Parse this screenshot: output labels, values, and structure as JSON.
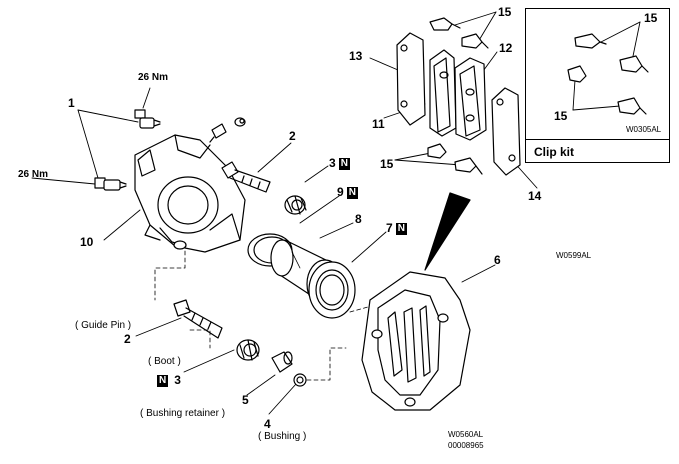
{
  "torque_labels": {
    "upper": "26 Nm",
    "left": "26 Nm"
  },
  "callouts": {
    "c1": "1",
    "c2_upper": "2",
    "c2_lower": "2",
    "c3_upper": "3",
    "c3_lower": "3",
    "c4": "4",
    "c5": "5",
    "c6": "6",
    "c7": "7",
    "c8": "8",
    "c9": "9",
    "c10": "10",
    "c11": "11",
    "c12": "12",
    "c13": "13",
    "c14": "14",
    "c15_top": "15",
    "c15_mid": "15",
    "c15_inset_top": "15",
    "c15_inset_bottom": "15"
  },
  "new_part_mark": "N",
  "part_names": {
    "guide_pin": "( Guide Pin )",
    "boot": "( Boot )",
    "bushing_retainer": "( Bushing retainer )",
    "bushing": "( Bushing )"
  },
  "inset": {
    "title": "Clip kit",
    "code": "W0305AL"
  },
  "codes": {
    "pads": "W0599AL",
    "main": "W0560AL",
    "doc": "00008965"
  }
}
